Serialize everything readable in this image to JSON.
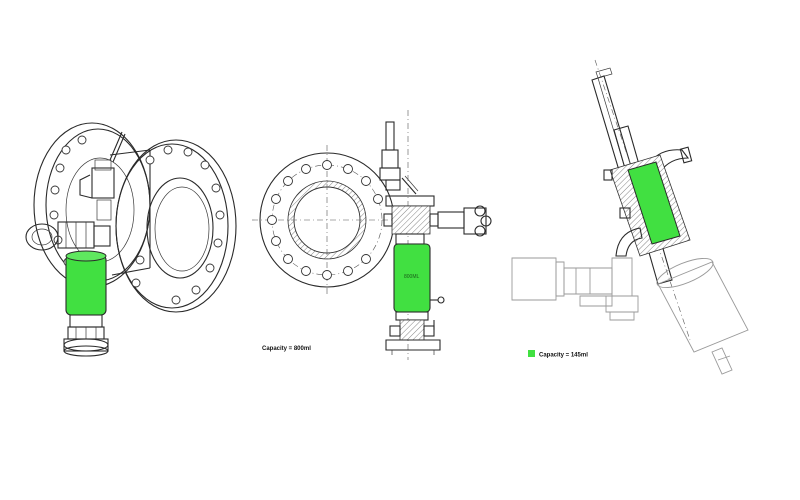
{
  "colors": {
    "fill_green": "#41e041",
    "line": "#2a2a2a",
    "background": "#ffffff"
  },
  "drawings": [
    {
      "id": "iso-valve-sampler"
    },
    {
      "id": "front-flange-sampler",
      "capacity_label": "Capacity = 800ml",
      "vessel_marking": "800ML"
    },
    {
      "id": "angled-probe-sampler",
      "capacity_label": "Capacity = 145ml"
    }
  ]
}
